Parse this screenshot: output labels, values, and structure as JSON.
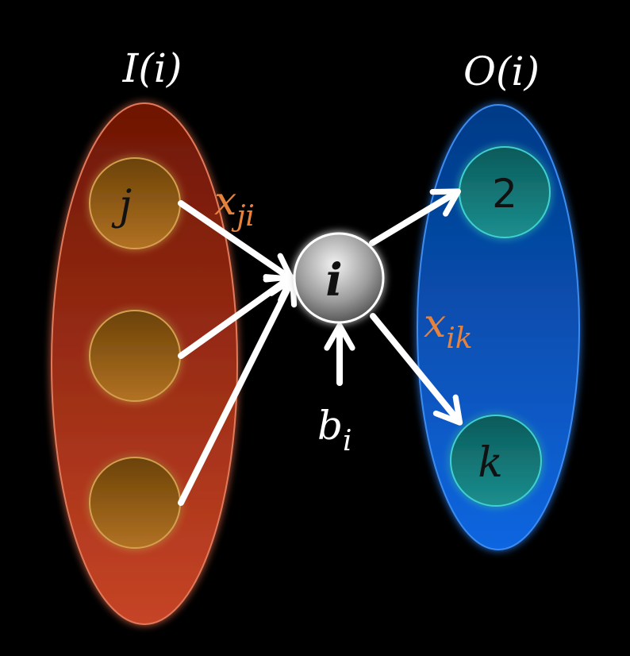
{
  "set_in": {
    "label": "I(i)"
  },
  "set_out": {
    "label": "O(i)"
  },
  "nodes": {
    "input_j": "j",
    "input_2": "",
    "input_3": "",
    "center": "i",
    "output_2": "2",
    "output_k": "k"
  },
  "edges": {
    "x_ji": {
      "base": "x",
      "sub": "ji"
    },
    "x_ik": {
      "base": "x",
      "sub": "ik"
    },
    "b_i": {
      "base": "b",
      "sub": "i"
    }
  },
  "colors": {
    "background": "#000000",
    "input_set": "#b83a1c",
    "output_set": "#0a5ccc",
    "input_node": "#8a5a14",
    "output_node": "#167070",
    "center_node": "#bdbdbd",
    "edge_label": "#e8823a",
    "arrow": "#ffffff"
  }
}
